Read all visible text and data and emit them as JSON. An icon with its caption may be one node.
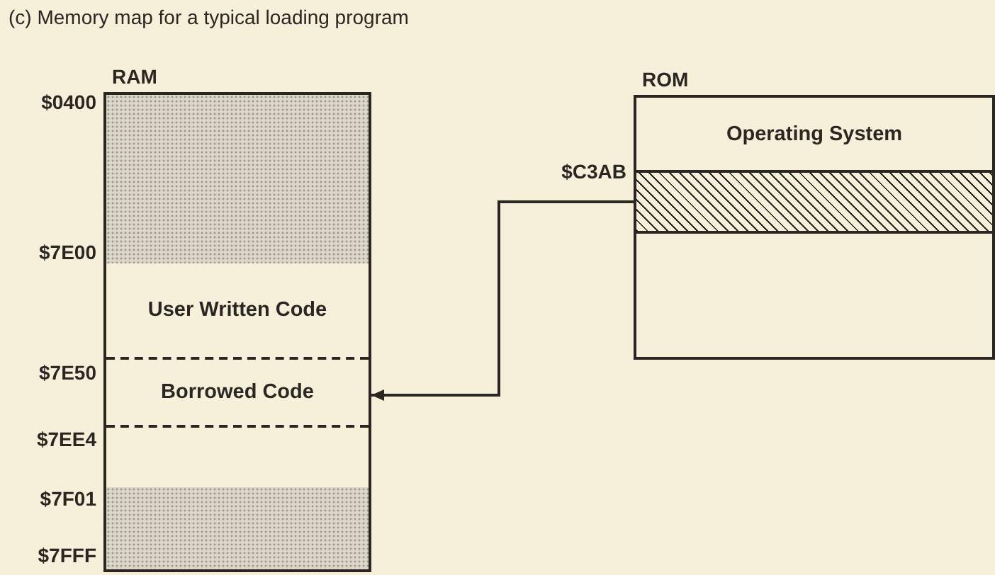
{
  "diagram": {
    "title": "(c) Memory map for a typical loading program",
    "nodes": [
      {
        "text": [
          "RAM"
        ]
      },
      {
        "text": [],
        "shape": "box",
        "in": 0
      },
      {
        "text": [
          "User Written Code"
        ],
        "in": 0
      },
      {
        "text": [
          "Borrowed Code"
        ],
        "in": 0
      },
      {
        "text": [],
        "shape": "box",
        "in": 0
      },
      {
        "text": [
          "ROM"
        ]
      },
      {
        "text": [
          "Operating System"
        ],
        "in": 5
      },
      {
        "text": [],
        "shape": "box",
        "in": 5
      }
    ],
    "edges": [
      {
        "from": 7,
        "to": 3,
        "arrow": "to"
      }
    ],
    "labels": [
      "$0400",
      "$7E00",
      "$7E50",
      "$7EE4",
      "$7F01",
      "$7FFF",
      "$C3AB"
    ]
  }
}
